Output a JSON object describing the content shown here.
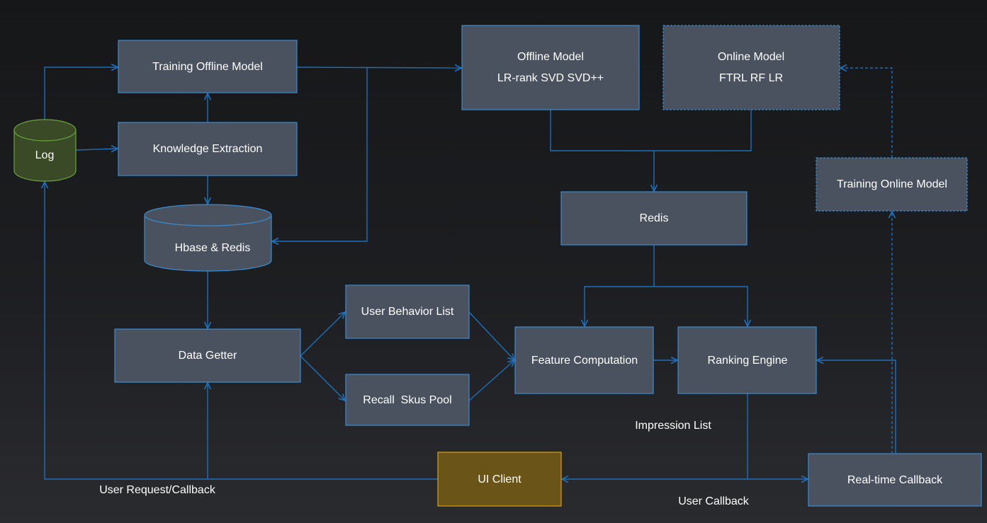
{
  "nodes": {
    "log": "Log",
    "training_offline": "Training Offline Model",
    "knowledge": "Knowledge Extraction",
    "hbase": "Hbase & Redis",
    "data_getter": "Data Getter",
    "user_behavior": "User Behavior List",
    "recall": "Recall  Skus Pool",
    "feature": "Feature Computation",
    "ranking": "Ranking Engine",
    "redis": "Redis",
    "offline_model": {
      "title": "Offline Model",
      "sub": "LR-rank SVD SVD++"
    },
    "online_model": {
      "title": "Online Model",
      "sub": "FTRL RF LR"
    },
    "training_online": "Training Online Model",
    "ui_client": "UI Client",
    "realtime": "Real-time Callback"
  },
  "labels": {
    "impression": "Impression List",
    "user_callback": "User Callback",
    "user_request": "User Request/Callback"
  },
  "colors": {
    "node_fill": "#4a5260",
    "node_border": "#3a8bd0",
    "edge": "#1e6fb8",
    "log_fill": "#3a4a26",
    "ui_client_fill": "#6b5418",
    "ui_client_border": "#d4a017"
  }
}
